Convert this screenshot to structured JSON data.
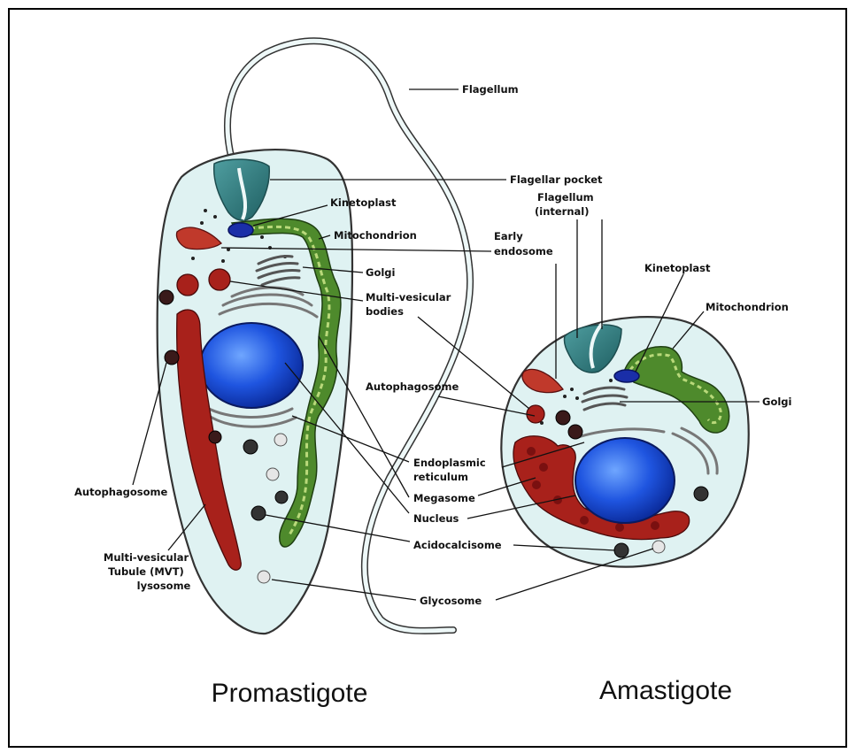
{
  "labels": {
    "flagellum": "Flagellum",
    "flagellar_pocket": "Flagellar pocket",
    "flagellum_internal_1": "Flagellum",
    "flagellum_internal_2": "(internal)",
    "kinetoplast_left": "Kinetoplast",
    "mitochondrion_left": "Mitochondrion",
    "early_endosome_1": "Early",
    "early_endosome_2": "endosome",
    "golgi_left": "Golgi",
    "mvb_1": "Multi-vesicular",
    "mvb_2": "bodies",
    "kinetoplast_right": "Kinetoplast",
    "mitochondrion_right": "Mitochondrion",
    "golgi_right": "Golgi",
    "autophagosome_center": "Autophagosome",
    "er_1": "Endoplasmic",
    "er_2": "reticulum",
    "megasome": "Megasome",
    "nucleus": "Nucleus",
    "acidocalcisome": "Acidocalcisome",
    "glycosome": "Glycosome",
    "autophagosome_left": "Autophagosome",
    "mvt_1": "Multi-vesicular",
    "mvt_2": "Tubule (MVT)",
    "mvt_3": "lysosome"
  },
  "captions": {
    "left": "Promastigote",
    "right": "Amastigote"
  }
}
